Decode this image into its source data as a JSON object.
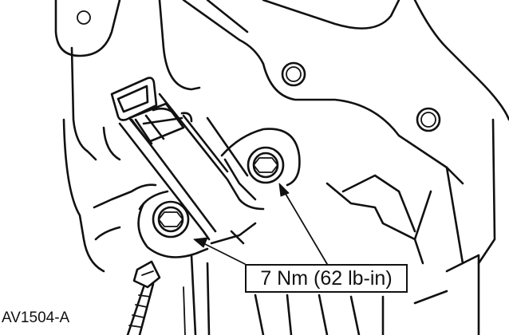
{
  "figure": {
    "id_label": "AV1504-A",
    "callout": {
      "torque_label": "7 Nm (62 lb-in)"
    },
    "components": [
      {
        "name": "sensor-connector",
        "description": "Electrical connector housing"
      },
      {
        "name": "sensor-body",
        "description": "Sensor with mounting bracket"
      },
      {
        "name": "upper-bolt",
        "description": "Hex head bolt (upper)"
      },
      {
        "name": "lower-bolt",
        "description": "Hex head bolt (lower)"
      }
    ],
    "colors": {
      "line": "#111111",
      "background": "#ffffff"
    }
  }
}
